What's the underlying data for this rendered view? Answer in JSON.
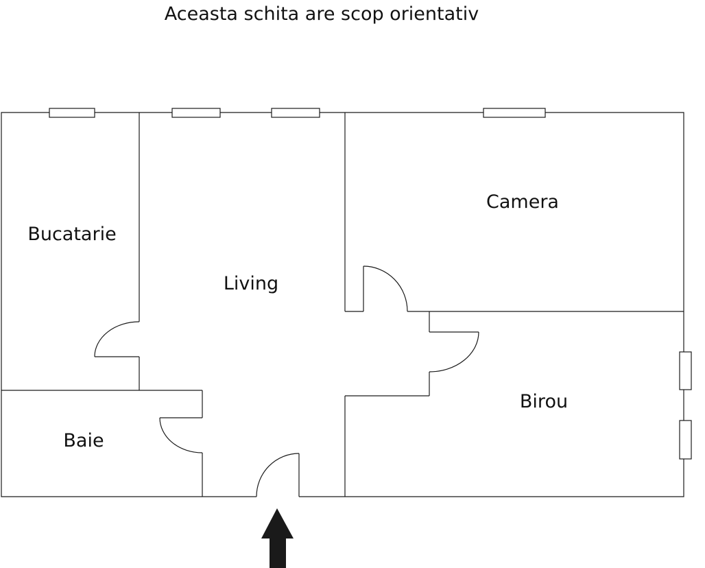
{
  "caption": "Aceasta schita are scop orientativ",
  "rooms": {
    "bucatarie": "Bucatarie",
    "living": "Living",
    "camera": "Camera",
    "birou": "Birou",
    "baie": "Baie"
  },
  "colors": {
    "line": "#1a1a1a",
    "text": "#111111",
    "background": "#ffffff"
  },
  "icons": {
    "entrance": "arrow-up-icon"
  }
}
